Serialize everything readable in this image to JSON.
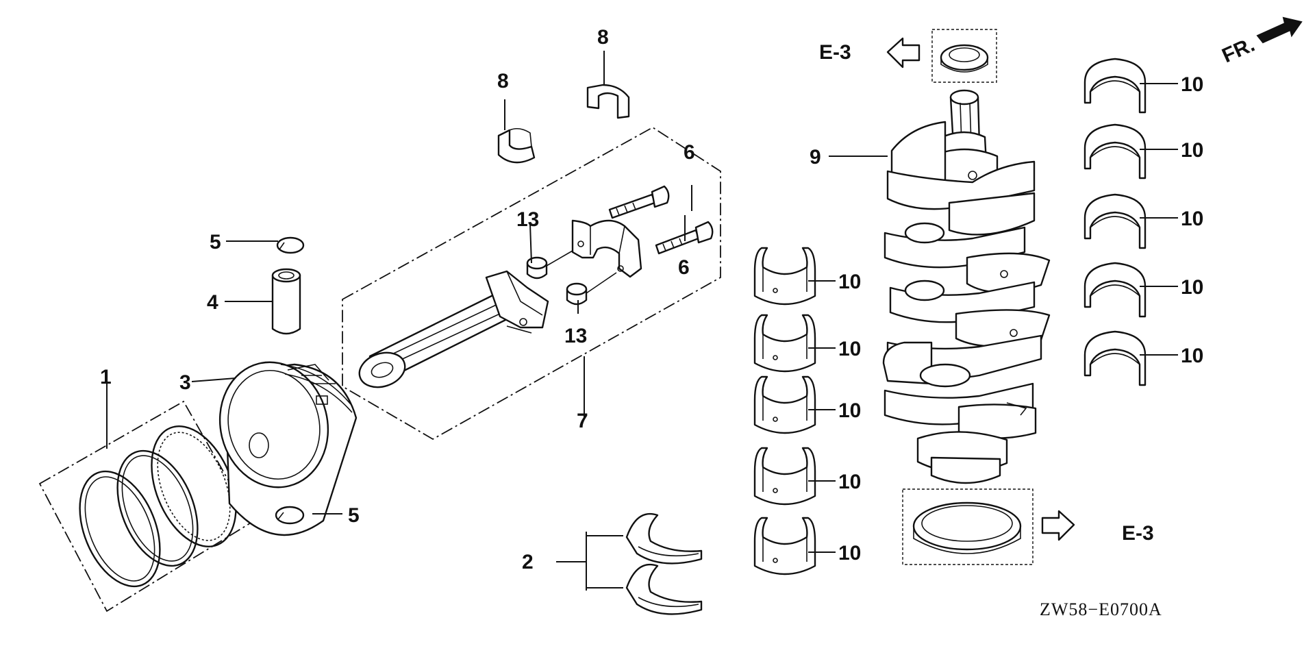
{
  "diagram": {
    "code": "ZW58−E0700A",
    "fr_label": "FR.",
    "ref_top": "E-3",
    "ref_bottom": "E-3",
    "callouts": {
      "c1": "1",
      "c2": "2",
      "c3": "3",
      "c4": "4",
      "c5_top": "5",
      "c5_bottom": "5",
      "c6_top": "6",
      "c6_bottom": "6",
      "c7": "7",
      "c8_left": "8",
      "c8_top": "8",
      "c9": "9",
      "c10_l1": "10",
      "c10_l2": "10",
      "c10_l3": "10",
      "c10_l4": "10",
      "c10_l5": "10",
      "c10_r1": "10",
      "c10_r2": "10",
      "c10_r3": "10",
      "c10_r4": "10",
      "c10_r5": "10",
      "c13_top": "13",
      "c13_bottom": "13"
    }
  }
}
